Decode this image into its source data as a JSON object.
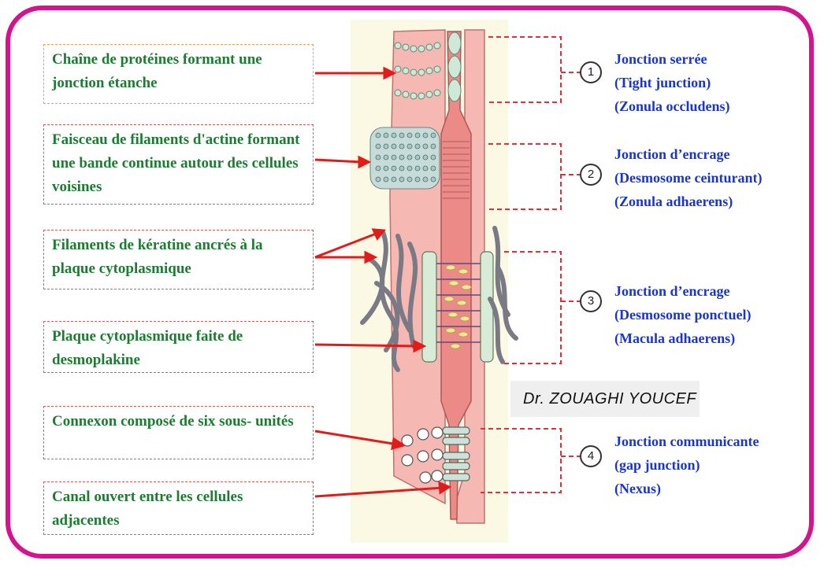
{
  "labels": {
    "l1": "Chaîne de protéines formant une jonction étanche",
    "l2": "Faisceau de filaments d'actine formant une bande continue autour des cellules voisines",
    "l3": "Filaments de kératine ancrés à la plaque cytoplasmique",
    "l4": "Plaque cytoplasmique faite de desmoplakine",
    "l5": "Connexon composé de six sous- unités",
    "l6": "Canal ouvert entre les cellules adjacentes"
  },
  "junctions": [
    {
      "number": "1",
      "line1": "Jonction serrée",
      "line2": "(Tight junction)",
      "line3": "(Zonula occludens)"
    },
    {
      "number": "2",
      "line1": "Jonction d’encrage",
      "line2": "(Desmosome ceinturant)",
      "line3": "(Zonula adhaerens)"
    },
    {
      "number": "3",
      "line1": "Jonction d’encrage",
      "line2": "(Desmosome ponctuel)",
      "line3": "(Macula adhaerens)"
    },
    {
      "number": "4",
      "line1": "Jonction communicante",
      "line2": "(gap junction)",
      "line3": "(Nexus)"
    }
  ],
  "author": "Dr. ZOUAGHI YOUCEF",
  "colors": {
    "frame": "#d4148f",
    "label_text": "#1f7a33",
    "junction_text": "#1a36c9",
    "arrow": "#e21b1b",
    "cell": "#f6b8b2",
    "gap": "#ec8a88"
  }
}
